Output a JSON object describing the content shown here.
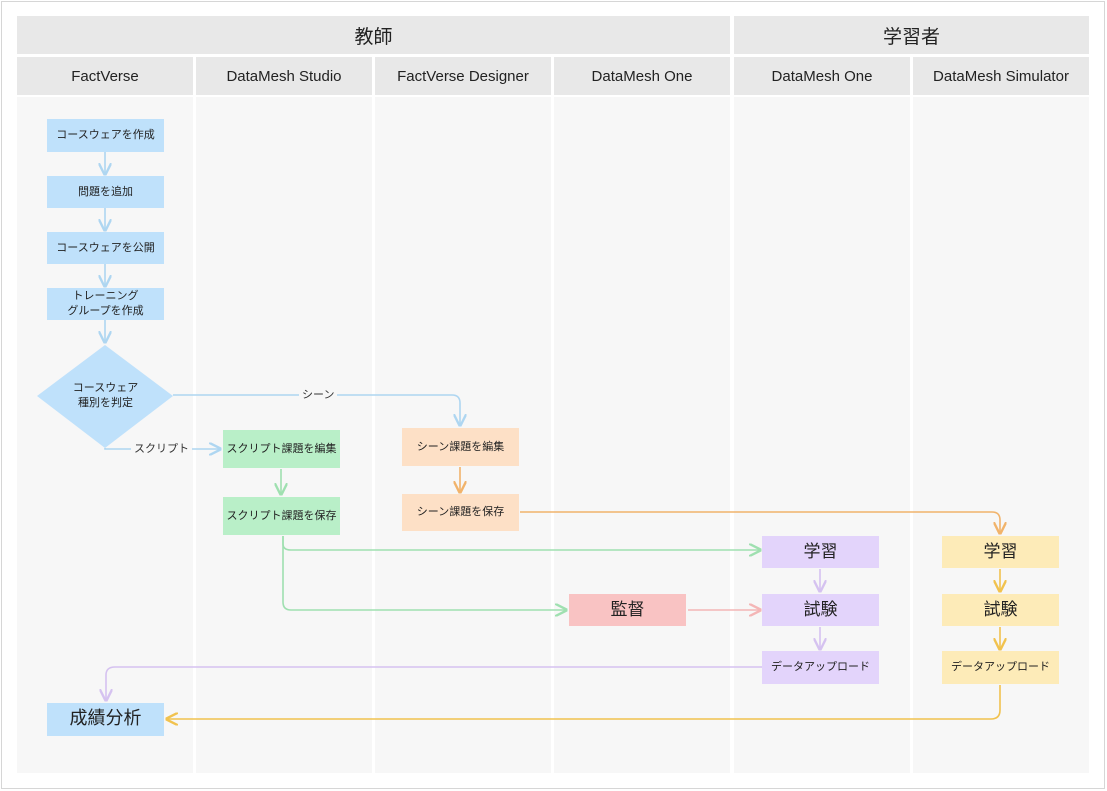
{
  "roles": {
    "teacher": "教師",
    "learner": "学習者"
  },
  "lanes": [
    "FactVerse",
    "DataMesh Studio",
    "FactVerse Designer",
    "DataMesh One",
    "DataMesh One",
    "DataMesh Simulator"
  ],
  "nodes": {
    "create_course": "コースウェアを作成",
    "add_question": "問題を追加",
    "publish_course": "コースウェアを公開",
    "training_group_line1": "トレーニング",
    "training_group_line2": "グループを作成",
    "decision_line1": "コースウェア",
    "decision_line2": "種別を判定",
    "edit_script": "スクリプト課題を編集",
    "save_script": "スクリプト課題を保存",
    "edit_scene": "シーン課題を編集",
    "save_scene": "シーン課題を保存",
    "supervise": "監督",
    "one_learn": "学習",
    "one_exam": "試験",
    "one_upload": "データアップロード",
    "sim_learn": "学習",
    "sim_exam": "試験",
    "sim_upload": "データアップロード",
    "analysis": "成績分析"
  },
  "edge_labels": {
    "scene": "シーン",
    "script": "スクリプト"
  },
  "colors": {
    "blue": "#bfe1fb",
    "green": "#b9efc8",
    "orange": "#fde0c6",
    "purple": "#e3d4fb",
    "yellow": "#fdebb8",
    "red": "#f9c3c3",
    "arrow_blue": "#aed6f1",
    "arrow_green": "#9fe0b0",
    "arrow_orange": "#f1b36b",
    "arrow_purple": "#d5c2f0",
    "arrow_yellow": "#f1c24e",
    "arrow_red": "#f4b6b6"
  }
}
